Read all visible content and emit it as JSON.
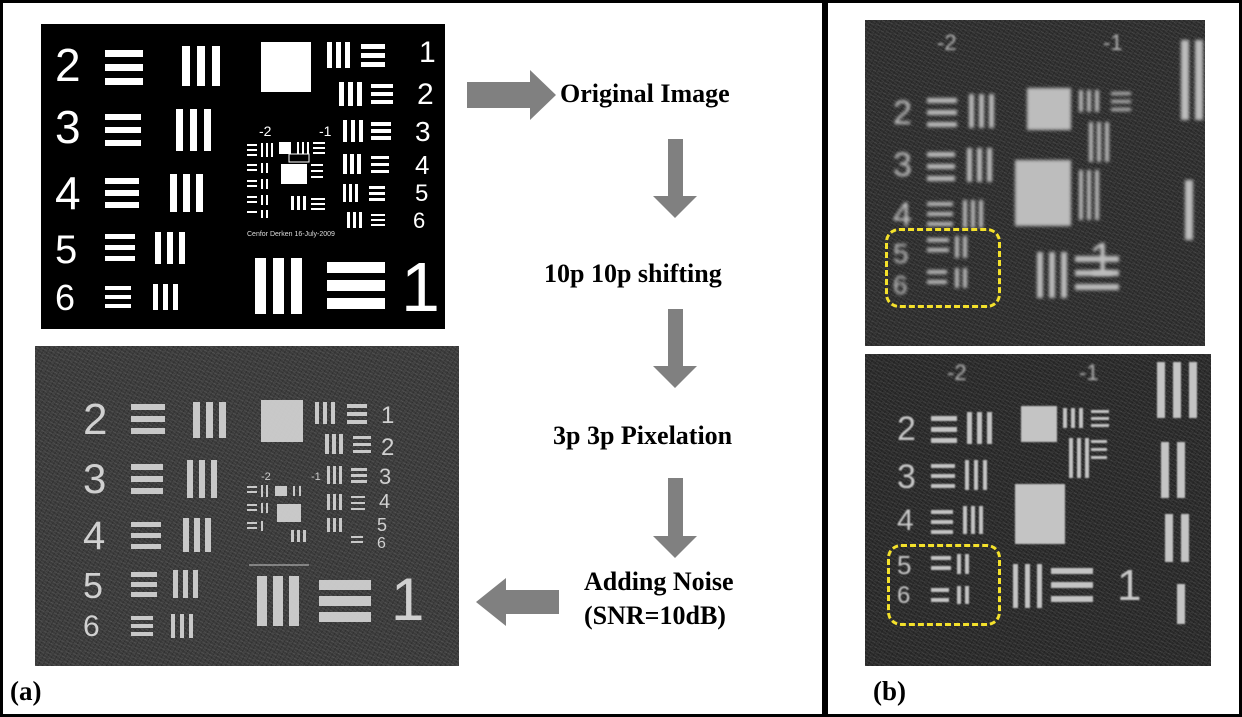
{
  "panel_a": {
    "label": "(a)",
    "steps": {
      "original": "Original Image",
      "shifting": "10p   10p shifting",
      "pixelation": "3p    3p Pixelation",
      "noise_line1": "Adding Noise",
      "noise_line2": "(SNR=10dB)"
    },
    "target": {
      "group_numbers_left": [
        "2",
        "3",
        "4",
        "5",
        "6"
      ],
      "group_numbers_right": [
        "1",
        "2",
        "3",
        "4",
        "5",
        "6"
      ],
      "big_element": "1",
      "center_labels": [
        "-2",
        "-1"
      ],
      "caption": "Cenfor Derken 16-July-2009"
    }
  },
  "panel_b": {
    "label": "(b)",
    "labels": [
      "-2",
      "-1"
    ],
    "numbers": [
      "2",
      "3",
      "4",
      "5",
      "6"
    ],
    "big_element": "1"
  },
  "colors": {
    "arrow": "#808080",
    "highlight": "#f4e12b"
  }
}
